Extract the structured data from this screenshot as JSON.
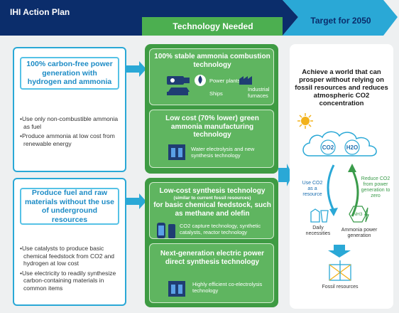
{
  "header": {
    "title": "IHI Action Plan",
    "technology_needed": "Technology Needed",
    "target": "Target for 2050"
  },
  "left": [
    {
      "heading": "100% carbon-free power generation with hydrogen and ammonia",
      "bullets": [
        "Use only non-combustible ammonia as fuel",
        "Produce ammonia at low cost from renewable energy"
      ]
    },
    {
      "heading": "Produce fuel and raw materials without the use of underground resources",
      "bullets": [
        "Use catalysts to produce basic chemical feedstock from CO2 and hydrogen at low cost",
        "Use electricity to readily synthesize carbon-containing materials in common items"
      ]
    }
  ],
  "tech": [
    {
      "title": "100% stable ammonia combustion technology",
      "labels": {
        "power_plants": "Power plants",
        "ships": "Ships",
        "furnaces": "Industrial furnaces"
      }
    },
    {
      "title": "Low cost (70% lower) green ammonia manufacturing technology",
      "detail": "Water electrolysis and new synthesis technology"
    },
    {
      "title": "Low-cost synthesis technology",
      "subtitle": "(similar to current fossil resources)",
      "title2": "for basic chemical feedstock, such as methane and olefin",
      "detail": "CO2 capture technology, synthetic catalysts, reactor technology"
    },
    {
      "title": "Next-generation electric power direct synthesis technology",
      "detail": "Highly efficient co-electrolysis technology"
    }
  ],
  "target": {
    "goal": "Achieve a world that can prosper without relying on fossil resources and reduces atmospheric CO2 concentration",
    "cloud_co2": "CO2",
    "cloud_h2o": "H2O",
    "use_co2": "Use CO2 as a resource",
    "reduce_co2": "Reduce CO2 from power generation to zero",
    "daily": "Daily necessities",
    "ammonia_power": "Ammonia power generation",
    "nh3": "NH3",
    "fossil": "Fossil resources"
  },
  "colors": {
    "header_dark": "#0b2d6b",
    "header_mid": "#1565c0",
    "header_light": "#2aa8d6",
    "green_dark": "#3e9b43",
    "green_card": "#5fb560",
    "tech_tab": "#4caf50",
    "accent_blue": "#1c8bc5"
  }
}
